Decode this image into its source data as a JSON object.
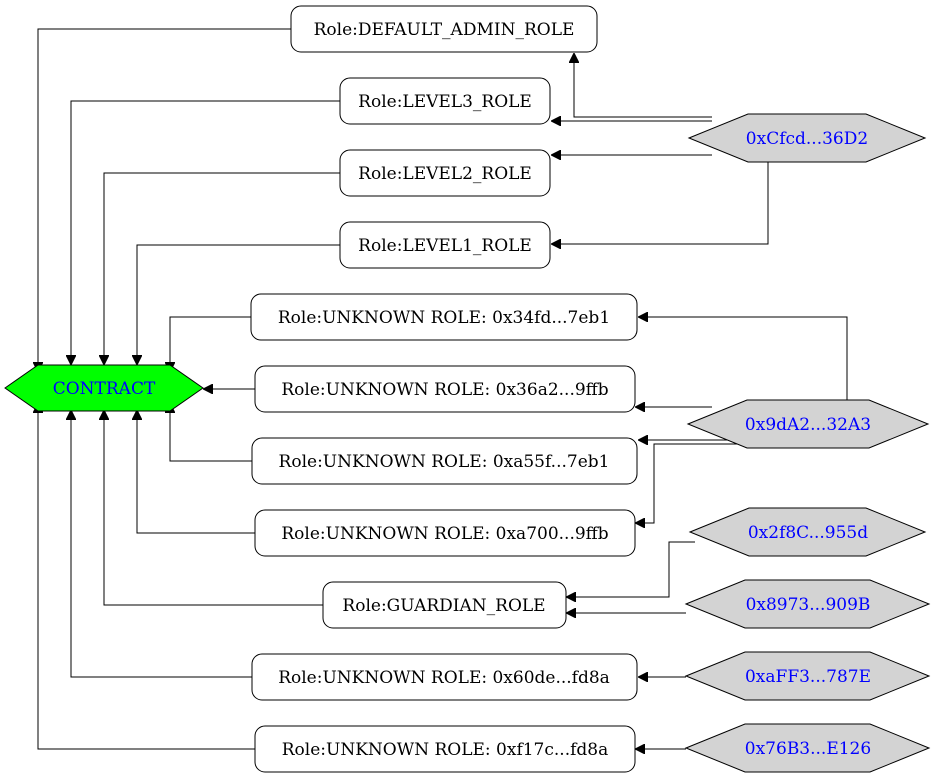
{
  "contract": {
    "label": "CONTRACT"
  },
  "roles": [
    {
      "id": "default_admin",
      "label": "Role:DEFAULT_ADMIN_ROLE"
    },
    {
      "id": "level3",
      "label": "Role:LEVEL3_ROLE"
    },
    {
      "id": "level2",
      "label": "Role:LEVEL2_ROLE"
    },
    {
      "id": "level1",
      "label": "Role:LEVEL1_ROLE"
    },
    {
      "id": "unk_34fd",
      "label": "Role:UNKNOWN ROLE: 0x34fd...7eb1"
    },
    {
      "id": "unk_36a2",
      "label": "Role:UNKNOWN ROLE: 0x36a2...9ffb"
    },
    {
      "id": "unk_a55f",
      "label": "Role:UNKNOWN ROLE: 0xa55f...7eb1"
    },
    {
      "id": "unk_a700",
      "label": "Role:UNKNOWN ROLE: 0xa700...9ffb"
    },
    {
      "id": "guardian",
      "label": "Role:GUARDIAN_ROLE"
    },
    {
      "id": "unk_60de",
      "label": "Role:UNKNOWN ROLE: 0x60de...fd8a"
    },
    {
      "id": "unk_f17c",
      "label": "Role:UNKNOWN ROLE: 0xf17c...fd8a"
    }
  ],
  "addresses": [
    {
      "id": "cfcd",
      "label": "0xCfcd...36D2"
    },
    {
      "id": "9da2",
      "label": "0x9dA2...32A3"
    },
    {
      "id": "2f8c",
      "label": "0x2f8C...955d"
    },
    {
      "id": "8973",
      "label": "0x8973...909B"
    },
    {
      "id": "aff3",
      "label": "0xaFF3...787E"
    },
    {
      "id": "76b3",
      "label": "0x76B3...E126"
    }
  ],
  "colors": {
    "contract_fill": "#00ff00",
    "address_fill": "#d3d3d3",
    "address_text": "#0000ff",
    "contract_text": "#0000ff"
  }
}
